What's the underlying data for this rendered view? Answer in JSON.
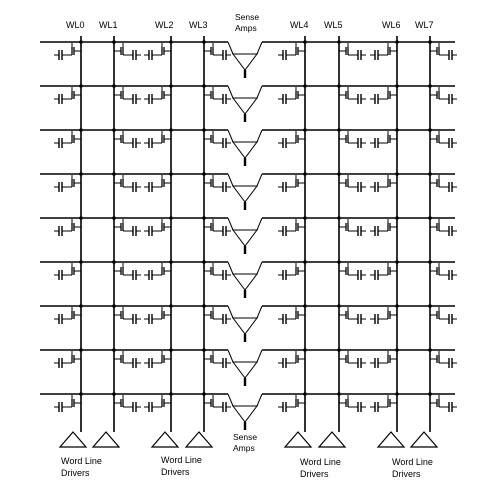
{
  "title": "",
  "word_lines": [
    "WL0",
    "WL1",
    "WL2",
    "WL3",
    "WL4",
    "WL5",
    "WL6",
    "WL7"
  ],
  "sense_amps": {
    "top_label_1": "Sense",
    "top_label_2": "Amps",
    "bottom_label_1": "Sense",
    "bottom_label_2": "Amps",
    "count": 9
  },
  "word_line_drivers": [
    {
      "line1": "Word Line",
      "line2": "Drivers"
    },
    {
      "line1": "Word Line",
      "line2": "Drivers"
    },
    {
      "line1": "Word Line",
      "line2": "Drivers"
    },
    {
      "line1": "Word Line",
      "line2": "Drivers"
    }
  ],
  "bit_line_rows": 9,
  "colors": {
    "ink": "#000000",
    "background": "#ffffff"
  }
}
